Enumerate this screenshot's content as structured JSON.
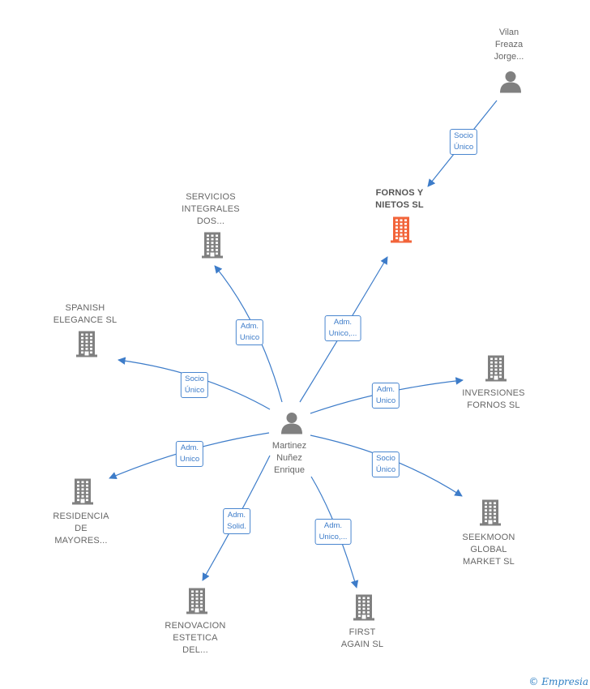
{
  "colors": {
    "edge": "#3d7cc9",
    "icon": "#808080",
    "focus_icon": "#f2643a"
  },
  "nodes": [
    {
      "id": "center",
      "kind": "person",
      "label": [
        "Martinez",
        "Nuñez",
        "Enrique"
      ]
    },
    {
      "id": "vilan",
      "kind": "person",
      "label": [
        "Vilan",
        "Freaza",
        "Jorge..."
      ]
    },
    {
      "id": "fornos",
      "kind": "company",
      "focus": true,
      "label": [
        "FORNOS Y",
        "NIETOS  SL"
      ]
    },
    {
      "id": "servicios",
      "kind": "company",
      "label": [
        "SERVICIOS",
        "INTEGRALES",
        "DOS..."
      ]
    },
    {
      "id": "spanish",
      "kind": "company",
      "label": [
        "SPANISH",
        "ELEGANCE  SL"
      ]
    },
    {
      "id": "inversiones",
      "kind": "company",
      "label": [
        "INVERSIONES",
        "FORNOS SL"
      ]
    },
    {
      "id": "residencia",
      "kind": "company",
      "label": [
        "RESIDENCIA",
        "DE",
        "MAYORES..."
      ]
    },
    {
      "id": "seekmoon",
      "kind": "company",
      "label": [
        "SEEKMOON",
        "GLOBAL",
        "MARKET  SL"
      ]
    },
    {
      "id": "renovacion",
      "kind": "company",
      "label": [
        "RENOVACION",
        "ESTETICA",
        "DEL..."
      ]
    },
    {
      "id": "first",
      "kind": "company",
      "label": [
        "FIRST",
        "AGAIN  SL"
      ]
    }
  ],
  "edges": [
    {
      "from": "vilan",
      "to": "fornos",
      "label": [
        "Socio",
        "Único"
      ]
    },
    {
      "from": "center",
      "to": "fornos",
      "label": [
        "Adm.",
        "Unico,..."
      ]
    },
    {
      "from": "center",
      "to": "servicios",
      "label": [
        "Adm.",
        "Unico"
      ]
    },
    {
      "from": "center",
      "to": "spanish",
      "label": [
        "Socio",
        "Único"
      ]
    },
    {
      "from": "center",
      "to": "inversiones",
      "label": [
        "Adm.",
        "Unico"
      ]
    },
    {
      "from": "center",
      "to": "residencia",
      "label": [
        "Adm.",
        "Unico"
      ]
    },
    {
      "from": "center",
      "to": "seekmoon",
      "label": [
        "Socio",
        "Único"
      ]
    },
    {
      "from": "center",
      "to": "renovacion",
      "label": [
        "Adm.",
        "Solid."
      ]
    },
    {
      "from": "center",
      "to": "first",
      "label": [
        "Adm.",
        "Unico,..."
      ]
    }
  ],
  "brand": {
    "copyright": "©",
    "name": "Empresia"
  }
}
